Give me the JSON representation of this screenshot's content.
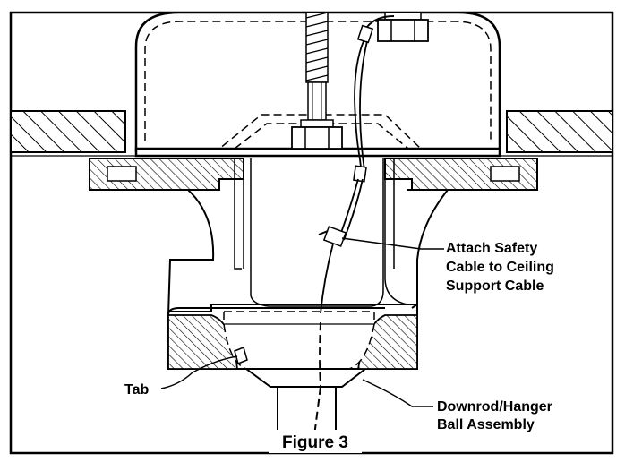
{
  "figure": {
    "caption": "Figure 3",
    "callouts": {
      "safety_cable": [
        "Attach Safety",
        "Cable to Ceiling",
        "Support Cable"
      ],
      "tab": "Tab",
      "downrod": [
        "Downrod/Hanger",
        "Ball Assembly"
      ]
    }
  }
}
